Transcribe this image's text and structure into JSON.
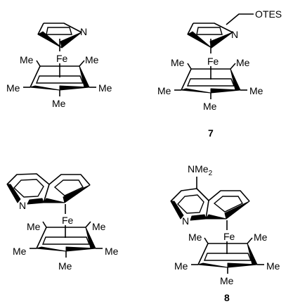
{
  "atoms": {
    "fe": "Fe",
    "n": "N",
    "me": "Me",
    "otes": "OTES",
    "nme2_base": "NMe",
    "nme2_sub": "2"
  },
  "compounds": {
    "c2_number": "7",
    "c4_number": "8"
  }
}
